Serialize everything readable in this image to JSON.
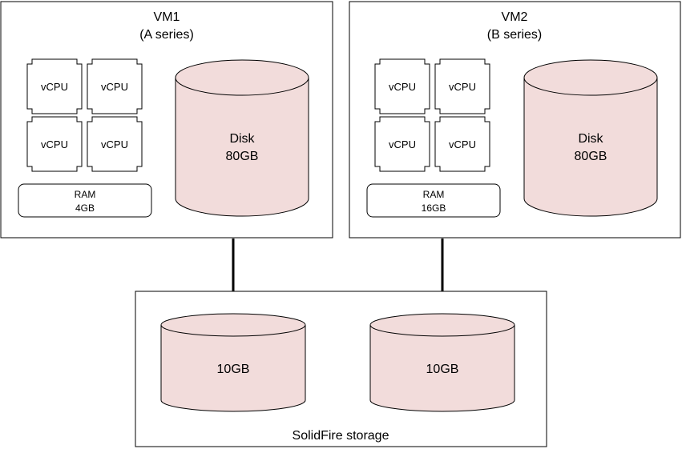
{
  "vms": [
    {
      "title": "VM1",
      "subtitle": "(A series)",
      "cpus": [
        "vCPU",
        "vCPU",
        "vCPU",
        "vCPU"
      ],
      "ram": {
        "label": "RAM",
        "size": "4GB"
      },
      "disk": {
        "label": "Disk",
        "size": "80GB"
      }
    },
    {
      "title": "VM2",
      "subtitle": "(B series)",
      "cpus": [
        "vCPU",
        "vCPU",
        "vCPU",
        "vCPU"
      ],
      "ram": {
        "label": "RAM",
        "size": "16GB"
      },
      "disk": {
        "label": "Disk",
        "size": "80GB"
      }
    }
  ],
  "storage": {
    "label": "SolidFire storage",
    "volumes": [
      {
        "size": "10GB"
      },
      {
        "size": "10GB"
      }
    ]
  },
  "colors": {
    "disk_fill": "#f2dcdb",
    "stroke": "#000000",
    "background": "#ffffff"
  }
}
